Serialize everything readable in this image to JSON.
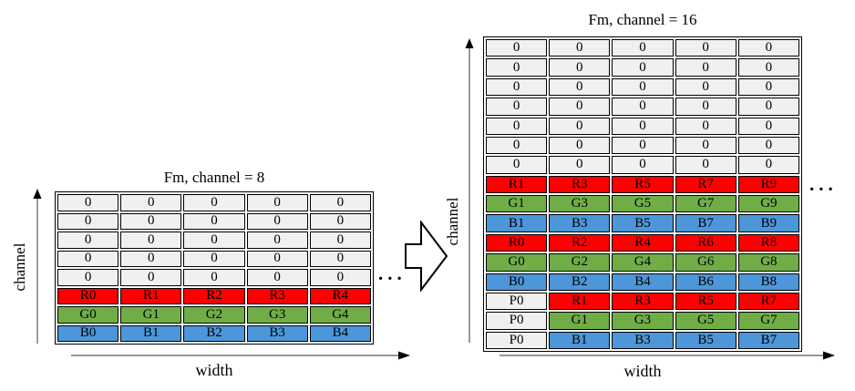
{
  "colors": {
    "zero": "#f0f0f0",
    "pad": "#f0f0f0",
    "red": "#ff0000",
    "green": "#70ad47",
    "blue": "#4d96d9",
    "axis_line": "#595959",
    "arrow_head": "#000000"
  },
  "left_figure": {
    "title": "Fm, channel = 8",
    "y_axis_label": "channel",
    "x_axis_label": "width",
    "ellipsis": "...",
    "rows": [
      {
        "cells": [
          "0",
          "0",
          "0",
          "0",
          "0"
        ],
        "cell_colors": [
          "zero",
          "zero",
          "zero",
          "zero",
          "zero"
        ]
      },
      {
        "cells": [
          "0",
          "0",
          "0",
          "0",
          "0"
        ],
        "cell_colors": [
          "zero",
          "zero",
          "zero",
          "zero",
          "zero"
        ]
      },
      {
        "cells": [
          "0",
          "0",
          "0",
          "0",
          "0"
        ],
        "cell_colors": [
          "zero",
          "zero",
          "zero",
          "zero",
          "zero"
        ]
      },
      {
        "cells": [
          "0",
          "0",
          "0",
          "0",
          "0"
        ],
        "cell_colors": [
          "zero",
          "zero",
          "zero",
          "zero",
          "zero"
        ]
      },
      {
        "cells": [
          "0",
          "0",
          "0",
          "0",
          "0"
        ],
        "cell_colors": [
          "zero",
          "zero",
          "zero",
          "zero",
          "zero"
        ]
      },
      {
        "cells": [
          "R0",
          "R1",
          "R2",
          "R3",
          "R4"
        ],
        "cell_colors": [
          "red",
          "red",
          "red",
          "red",
          "red"
        ]
      },
      {
        "cells": [
          "G0",
          "G1",
          "G2",
          "G3",
          "G4"
        ],
        "cell_colors": [
          "green",
          "green",
          "green",
          "green",
          "green"
        ]
      },
      {
        "cells": [
          "B0",
          "B1",
          "B2",
          "B3",
          "B4"
        ],
        "cell_colors": [
          "blue",
          "blue",
          "blue",
          "blue",
          "blue"
        ]
      }
    ]
  },
  "right_figure": {
    "title": "Fm, channel = 16",
    "y_axis_label": "channel",
    "x_axis_label": "width",
    "ellipsis": "...",
    "rows": [
      {
        "cells": [
          "0",
          "0",
          "0",
          "0",
          "0"
        ],
        "cell_colors": [
          "zero",
          "zero",
          "zero",
          "zero",
          "zero"
        ]
      },
      {
        "cells": [
          "0",
          "0",
          "0",
          "0",
          "0"
        ],
        "cell_colors": [
          "zero",
          "zero",
          "zero",
          "zero",
          "zero"
        ]
      },
      {
        "cells": [
          "0",
          "0",
          "0",
          "0",
          "0"
        ],
        "cell_colors": [
          "zero",
          "zero",
          "zero",
          "zero",
          "zero"
        ]
      },
      {
        "cells": [
          "0",
          "0",
          "0",
          "0",
          "0"
        ],
        "cell_colors": [
          "zero",
          "zero",
          "zero",
          "zero",
          "zero"
        ]
      },
      {
        "cells": [
          "0",
          "0",
          "0",
          "0",
          "0"
        ],
        "cell_colors": [
          "zero",
          "zero",
          "zero",
          "zero",
          "zero"
        ]
      },
      {
        "cells": [
          "0",
          "0",
          "0",
          "0",
          "0"
        ],
        "cell_colors": [
          "zero",
          "zero",
          "zero",
          "zero",
          "zero"
        ]
      },
      {
        "cells": [
          "0",
          "0",
          "0",
          "0",
          "0"
        ],
        "cell_colors": [
          "zero",
          "zero",
          "zero",
          "zero",
          "zero"
        ]
      },
      {
        "cells": [
          "R1",
          "R3",
          "R5",
          "R7",
          "R9"
        ],
        "cell_colors": [
          "red",
          "red",
          "red",
          "red",
          "red"
        ]
      },
      {
        "cells": [
          "G1",
          "G3",
          "G5",
          "G7",
          "G9"
        ],
        "cell_colors": [
          "green",
          "green",
          "green",
          "green",
          "green"
        ]
      },
      {
        "cells": [
          "B1",
          "B3",
          "B5",
          "B7",
          "B9"
        ],
        "cell_colors": [
          "blue",
          "blue",
          "blue",
          "blue",
          "blue"
        ]
      },
      {
        "cells": [
          "R0",
          "R2",
          "R4",
          "R6",
          "R8"
        ],
        "cell_colors": [
          "red",
          "red",
          "red",
          "red",
          "red"
        ]
      },
      {
        "cells": [
          "G0",
          "G2",
          "G4",
          "G6",
          "G8"
        ],
        "cell_colors": [
          "green",
          "green",
          "green",
          "green",
          "green"
        ]
      },
      {
        "cells": [
          "B0",
          "B2",
          "B4",
          "B6",
          "B8"
        ],
        "cell_colors": [
          "blue",
          "blue",
          "blue",
          "blue",
          "blue"
        ]
      },
      {
        "cells": [
          "P0",
          "R1",
          "R3",
          "R5",
          "R7"
        ],
        "cell_colors": [
          "pad",
          "red",
          "red",
          "red",
          "red"
        ]
      },
      {
        "cells": [
          "P0",
          "G1",
          "G3",
          "G5",
          "G7"
        ],
        "cell_colors": [
          "pad",
          "green",
          "green",
          "green",
          "green"
        ]
      },
      {
        "cells": [
          "P0",
          "B1",
          "B3",
          "B5",
          "B7"
        ],
        "cell_colors": [
          "pad",
          "blue",
          "blue",
          "blue",
          "blue"
        ]
      }
    ]
  }
}
